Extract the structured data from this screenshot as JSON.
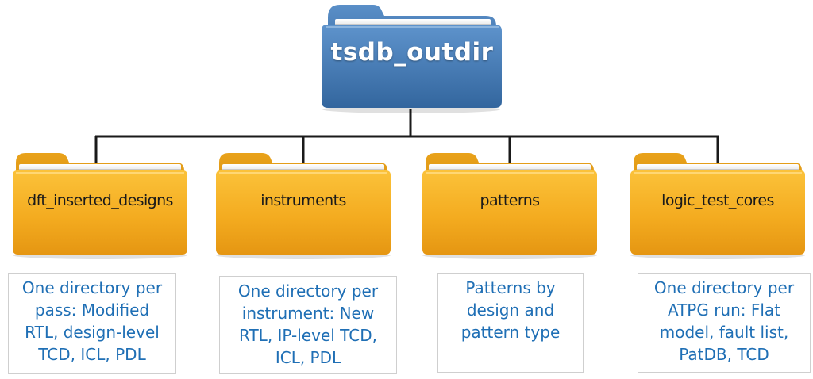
{
  "root": {
    "name": "tsdb_outdir",
    "icon": "blue-folder-icon",
    "color": "#3f77b4"
  },
  "folders": [
    {
      "name": "dft_inserted_designs",
      "icon": "folder-icon",
      "description": "One directory per\npass: Modified\nRTL, design-level\nTCD, ICL, PDL"
    },
    {
      "name": "instruments",
      "icon": "folder-icon",
      "description": "One directory per\ninstrument: New\nRTL, IP-level TCD,\nICL, PDL"
    },
    {
      "name": "patterns",
      "icon": "folder-icon",
      "description": "Patterns by\ndesign and\npattern type"
    },
    {
      "name": "logic_test_cores",
      "icon": "folder-icon",
      "description": "One directory per\nATPG run: Flat\nmodel, fault list,\nPatDB, TCD"
    }
  ],
  "colors": {
    "folder": "#f5b320",
    "description_text": "#1f6fb5",
    "connector": "#1a1a1a"
  }
}
